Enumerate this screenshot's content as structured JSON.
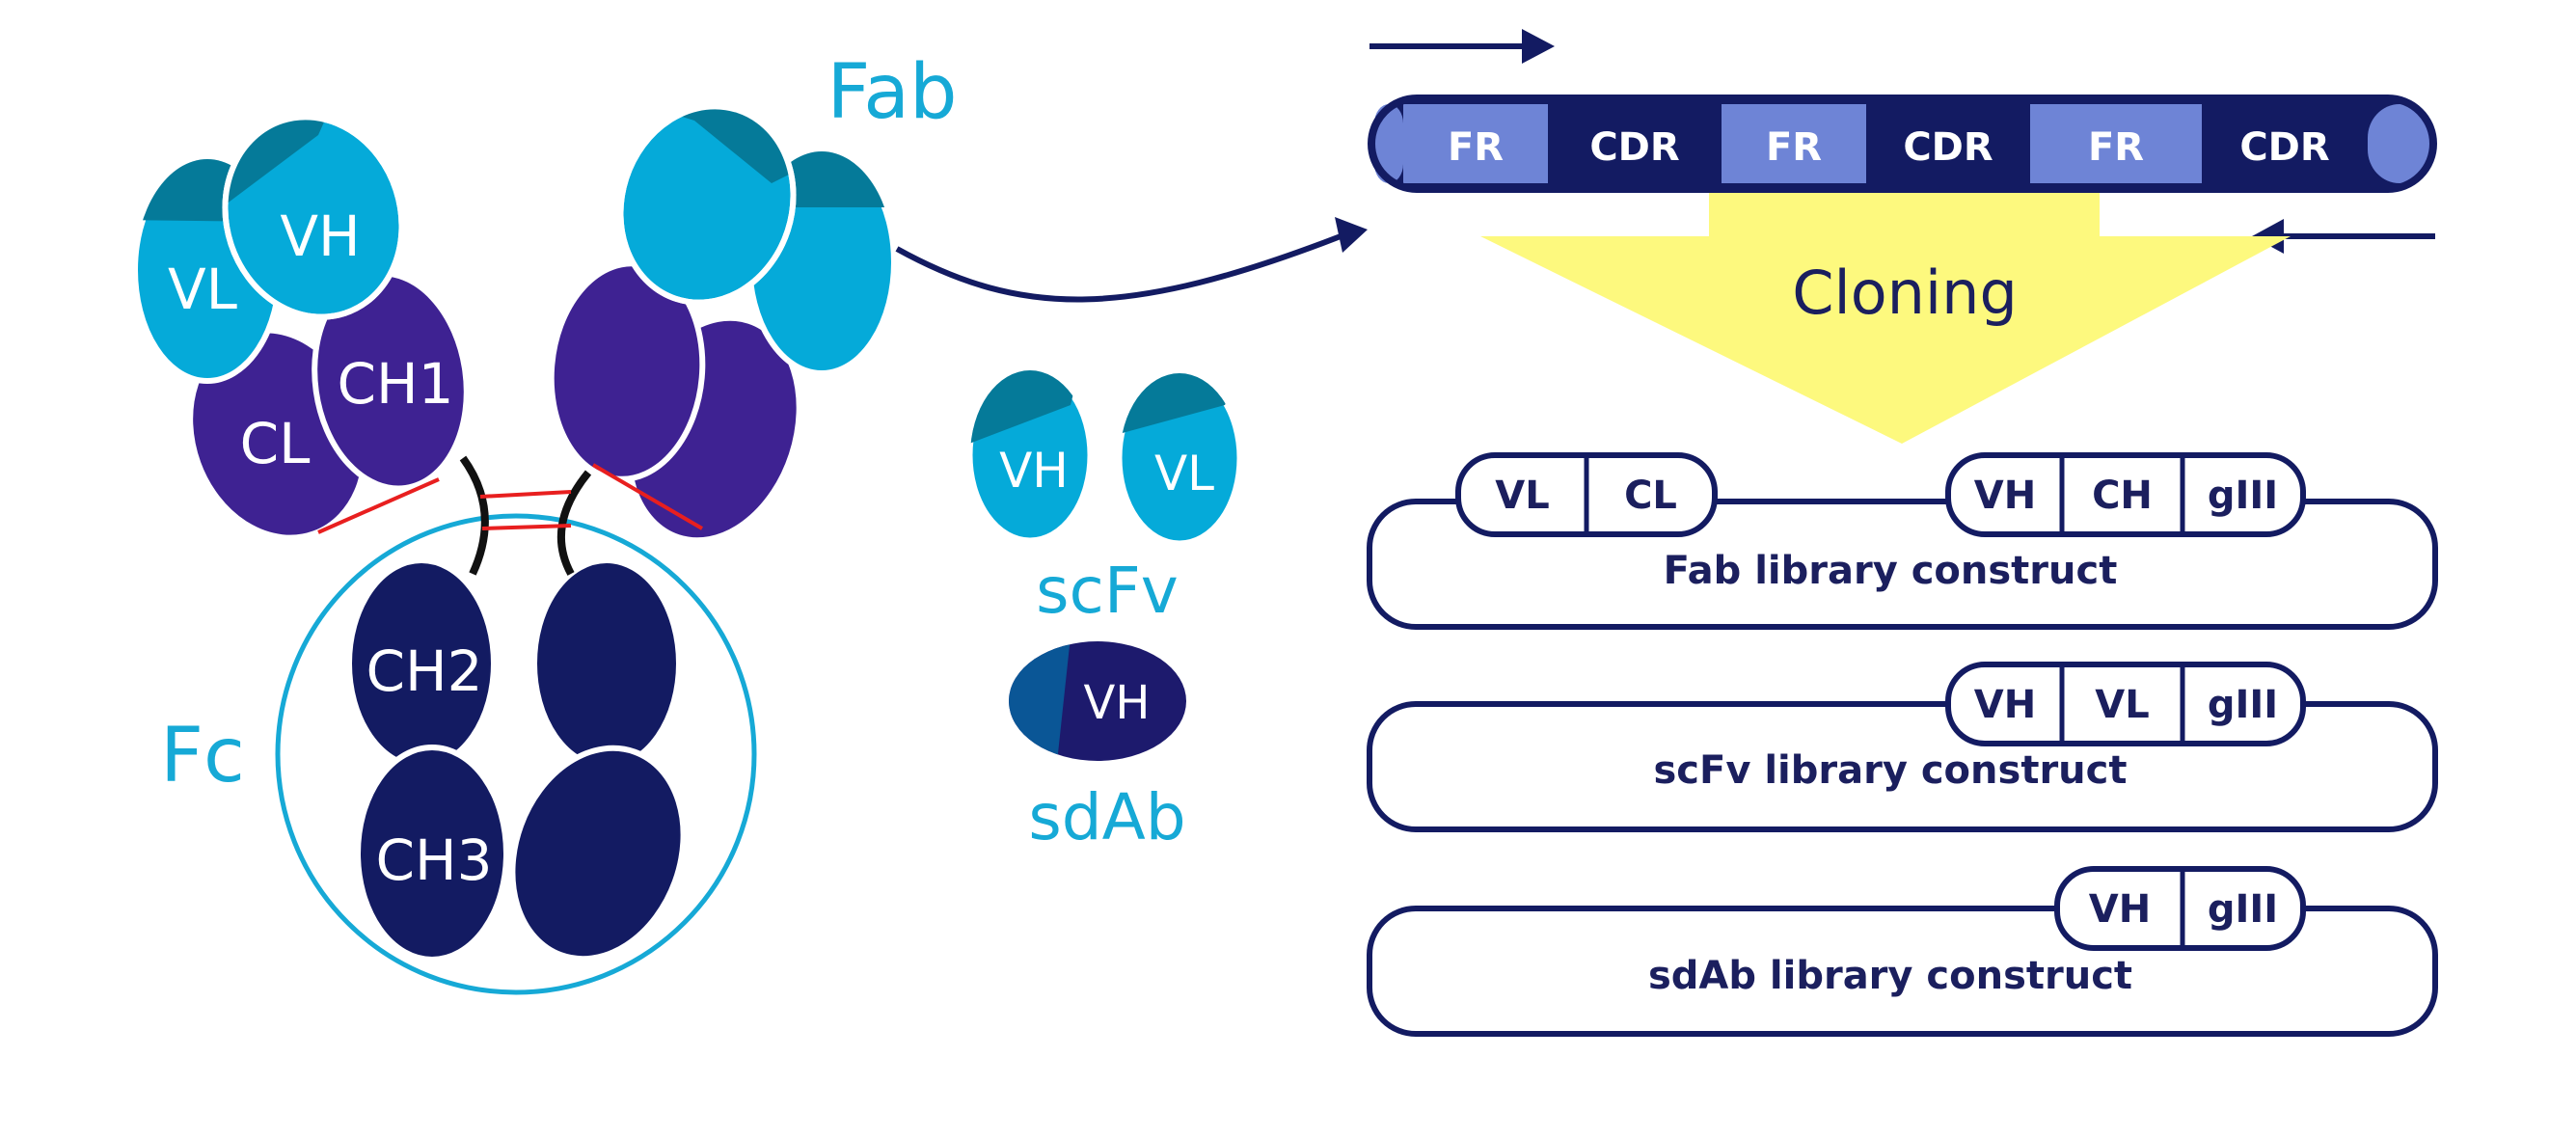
{
  "antibody": {
    "labels": {
      "fab": "Fab",
      "fc": "Fc",
      "vl": "VL",
      "vh": "VH",
      "cl": "CL",
      "ch1": "CH1",
      "ch2": "CH2",
      "ch3": "CH3"
    }
  },
  "fragments": {
    "scfv": {
      "label": "scFv",
      "vh": "VH",
      "vl": "VL"
    },
    "sdab": {
      "label": "sdAb",
      "vh": "VH"
    }
  },
  "gene_strip": {
    "segments": [
      "FR",
      "CDR",
      "FR",
      "CDR",
      "FR",
      "CDR"
    ]
  },
  "cloning_label": "Cloning",
  "constructs": [
    {
      "name": "Fab library construct",
      "boxes_left": [
        "VL",
        "CL"
      ],
      "boxes_right": [
        "VH",
        "CH",
        "gIII"
      ]
    },
    {
      "name": "scFv library construct",
      "boxes_right": [
        "VH",
        "VL",
        "gIII"
      ]
    },
    {
      "name": "sdAb library construct",
      "boxes_right": [
        "VH",
        "gIII"
      ]
    }
  ],
  "colors": {
    "navy": "#131b62",
    "purple": "#3e2292",
    "cyan": "#05aad9",
    "teal": "#057a99",
    "fr_fill": "#6e84d6",
    "label_cyan": "#16a9d6",
    "funnel_yellow": "#fdf97e",
    "disulfide_red": "#e81f1f"
  }
}
